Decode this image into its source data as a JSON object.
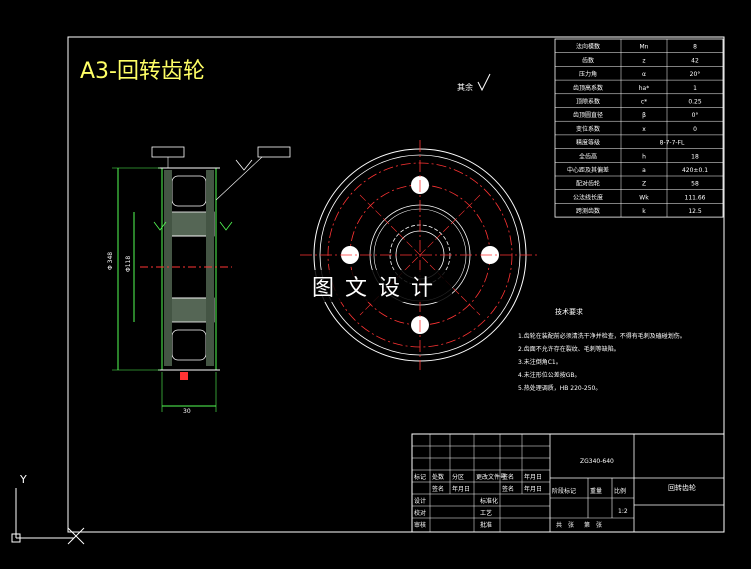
{
  "drawing": {
    "title": "A3-回转齿轮",
    "roughness": "其余",
    "watermark": "图 文 设 计",
    "dims": {
      "face_width": "30",
      "bore_dia": "Φ118"
    }
  },
  "param_table": {
    "rows": [
      [
        "法向模数",
        "Mn",
        "8"
      ],
      [
        "齿数",
        "z",
        "42"
      ],
      [
        "压力角",
        "α",
        "20°"
      ],
      [
        "齿顶高系数",
        "ha*",
        "1"
      ],
      [
        "顶隙系数",
        "c*",
        "0.25"
      ],
      [
        "齿顶圆直径",
        "β",
        "0°"
      ],
      [
        "变位系数",
        "x",
        "0"
      ],
      [
        "精度等级",
        "8-7-7-FL",
        ""
      ],
      [
        "全齿高",
        "h",
        "18"
      ],
      [
        "中心距及其偏差",
        "a",
        "420±0.1"
      ],
      [
        "配对齿轮",
        "Z",
        "58"
      ],
      [
        "公法线长度",
        "Wk",
        "111.66"
      ],
      [
        "跨测齿数",
        "k",
        "12.5"
      ]
    ]
  },
  "tech_req": {
    "title": "技术要求",
    "items": [
      "1.齿轮在装配前必须清洗干净并检查，不得有毛刺及磕碰划伤。",
      "2.齿面不允许存在裂纹、毛刺等缺陷。",
      "3.未注倒角C1。",
      "4.未注形位公差按GB。",
      "5.热处理调质，HB 220-250。"
    ]
  },
  "title_block": {
    "part_name": "回转齿轮",
    "material": "ZG340-640",
    "row_labels": [
      "标记",
      "处数",
      "分区",
      "更改文件号",
      "签名",
      "年月日"
    ],
    "row2_labels": [
      "签名",
      "年月日"
    ],
    "stage_labels": [
      "阶段标记",
      "重量",
      "比例"
    ],
    "design_labels": [
      "设计",
      "校对",
      "审核"
    ],
    "std_labels": [
      "标准化",
      "工艺",
      "批准"
    ],
    "scale": "1:2",
    "sheet_labels": [
      "共",
      "张",
      "第",
      "张"
    ]
  },
  "ucs": {
    "y_label": "Y",
    "x_label": "X"
  }
}
